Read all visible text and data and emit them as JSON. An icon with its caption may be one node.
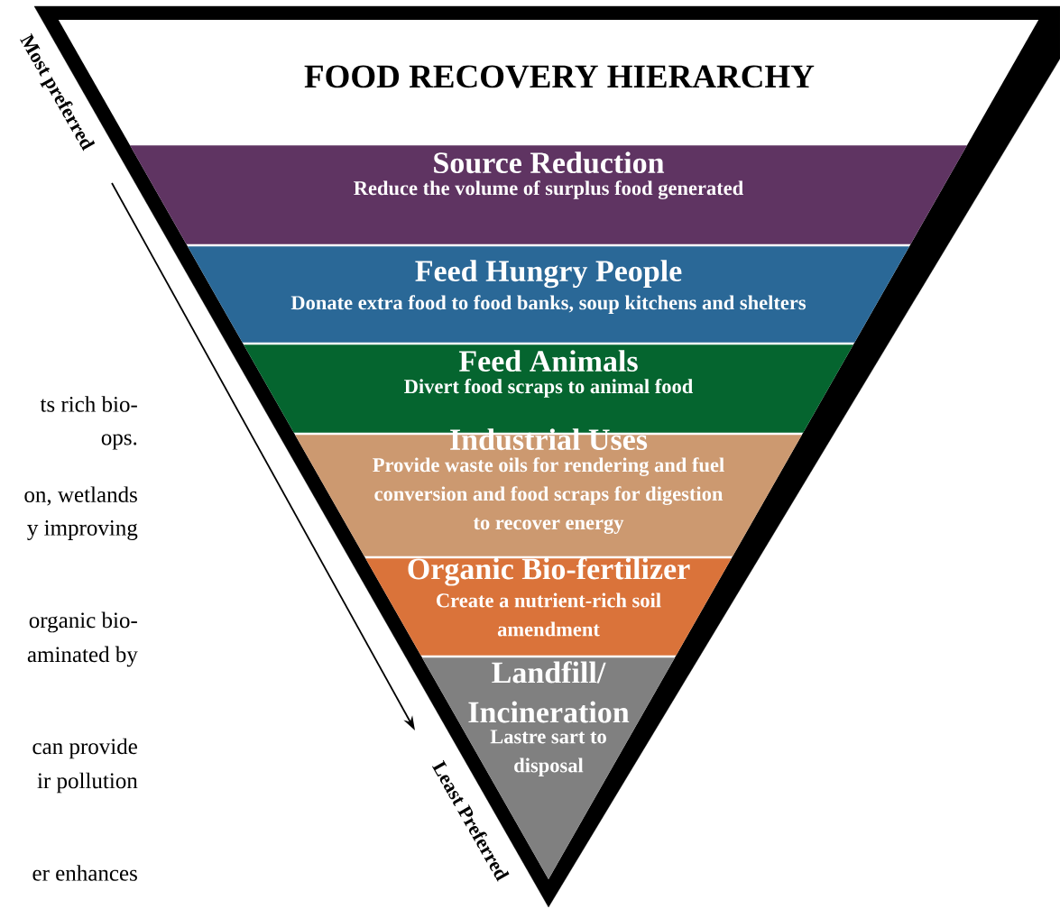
{
  "diagram": {
    "title": "FOOD RECOVERY HIERARCHY",
    "nodes": [
      {
        "text": [
          "Source Reduction",
          "Reduce the volume of surplus food generated"
        ]
      },
      {
        "text": [
          "Feed Hungry People",
          "Donate extra food to food banks, soup kitchens and shelters"
        ]
      },
      {
        "text": [
          "Feed Animals",
          "Divert food scraps to animal food"
        ]
      },
      {
        "text": [
          "Industrial Uses",
          "Provide waste oils for rendering and fuel conversion and food scraps for digestion to recover energy"
        ]
      },
      {
        "text": [
          "Organic Bio-fertilizer",
          "Create a nutrient-rich soil amendment"
        ]
      },
      {
        "text": [
          "Landfill/ Incineration",
          "Lastre sart to disposal"
        ]
      }
    ],
    "labels": [
      "Most preferred",
      "ts rich bio-",
      "ops.",
      "on, wetlands",
      "y improving",
      "organic bio-",
      "aminated by",
      "can provide",
      "ir pollution",
      "er enhances",
      "Least Preferred"
    ]
  }
}
